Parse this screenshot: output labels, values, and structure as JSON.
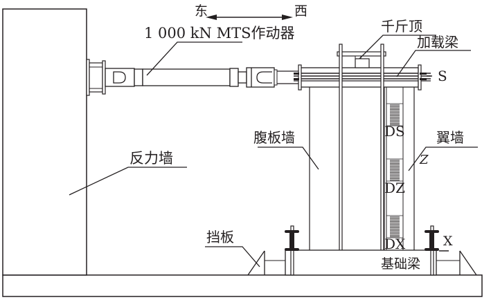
{
  "diagram": {
    "direction": {
      "east": "东",
      "west": "西"
    },
    "labels": {
      "actuator": "1 000 kN MTS作动器",
      "jack": "千斤顶",
      "loading_beam": "加载梁",
      "reaction_wall": "反力墙",
      "web_wall": "腹板墙",
      "flange_wall": "翼墙",
      "baffle": "挡板",
      "foundation_beam": "基础梁"
    },
    "markers": {
      "s": "S",
      "x": "X",
      "z": "Z",
      "ds": "DS",
      "dz": "DZ",
      "dx": "DX"
    },
    "colors": {
      "stroke": "#231f20",
      "background": "#ffffff"
    }
  }
}
